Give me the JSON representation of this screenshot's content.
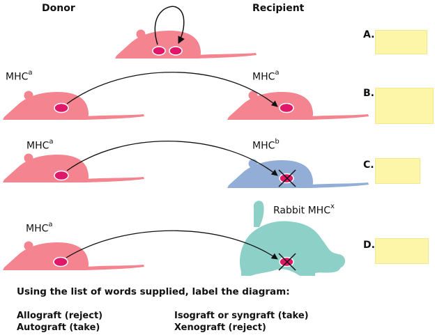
{
  "headers": {
    "donor": "Donor",
    "recipient": "Recipient"
  },
  "rows": [
    {
      "letter": "A.",
      "donor_label": "",
      "donor_sup": "",
      "recipient_label": "",
      "recipient_sup": ""
    },
    {
      "letter": "B.",
      "donor_label": "MHC",
      "donor_sup": "a",
      "recipient_label": "MHC",
      "recipient_sup": "a"
    },
    {
      "letter": "C.",
      "donor_label": "MHC",
      "donor_sup": "a",
      "recipient_label": "MHC",
      "recipient_sup": "b"
    },
    {
      "letter": "D.",
      "donor_label": "MHC",
      "donor_sup": "a",
      "recipient_label": "Rabbit MHC",
      "recipient_sup": "x"
    }
  ],
  "instructions": "Using the list of words supplied, label the diagram:",
  "word_list": [
    "Allograft (reject)",
    "Autograft (take)",
    "Isograft or syngraft (take)",
    "Xenograft (reject)"
  ],
  "colors": {
    "mouse_pink": "#f4848f",
    "mouse_blue": "#93aed6",
    "rabbit_teal": "#8dd0c8",
    "graft_magenta": "#e0186a",
    "answer_box": "#fdf6a8"
  }
}
